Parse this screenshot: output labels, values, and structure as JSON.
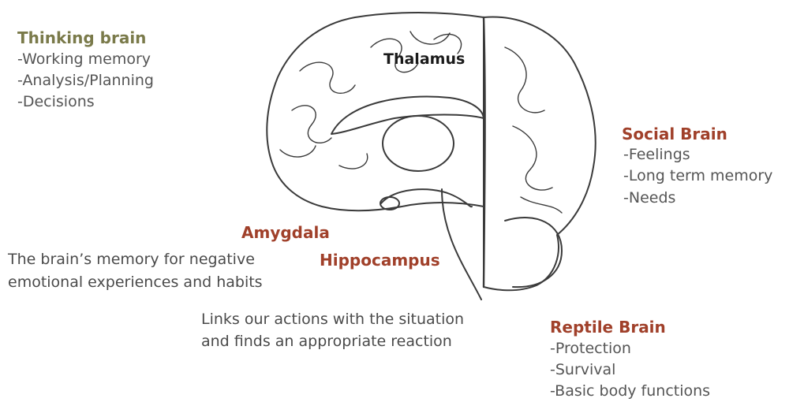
{
  "colors": {
    "thinking_heading": "#7a7a4a",
    "region_heading": "#a0402a",
    "thalamus": "#1a1a1a",
    "body_text": "#555555",
    "brain_outline": "#3a3a3a"
  },
  "thinking": {
    "heading": "Thinking brain",
    "items": [
      "-Working memory",
      "-Analysis/Planning",
      "-Decisions"
    ]
  },
  "thalamus": {
    "label": "Thalamus"
  },
  "social": {
    "heading": "Social Brain",
    "items": [
      "-Feelings",
      "-Long term memory",
      "-Needs"
    ]
  },
  "amygdala": {
    "label": "Amygdala",
    "desc": [
      "The brain’s memory for negative",
      "emotional experiences and habits"
    ]
  },
  "hippocampus": {
    "label": "Hippocampus",
    "desc": [
      "Links our actions with the situation",
      "and finds an appropriate reaction"
    ]
  },
  "reptile": {
    "heading": "Reptile Brain",
    "items": [
      "-Protection",
      "-Survival",
      "-Basic body functions"
    ]
  }
}
